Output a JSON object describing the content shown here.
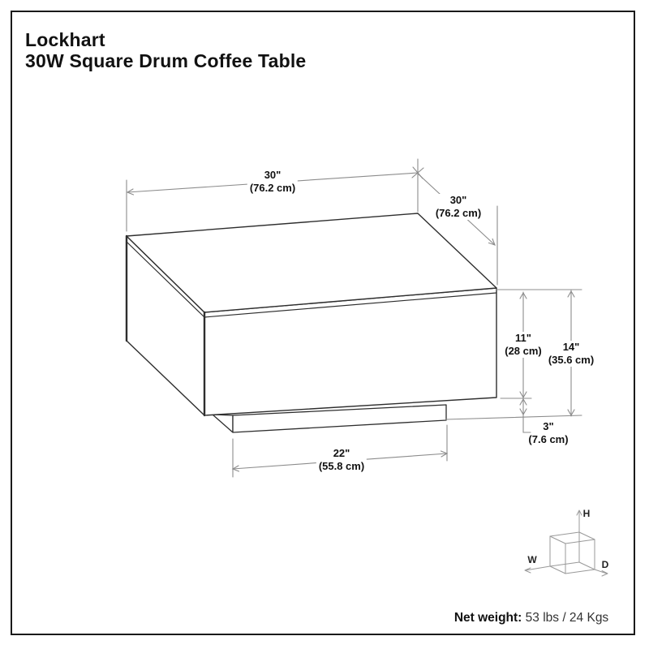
{
  "page": {
    "background": "#ffffff",
    "border_color": "#1a1a1a"
  },
  "header": {
    "brand": "Lockhart",
    "product": "30W Square Drum Coffee Table"
  },
  "diagram": {
    "object": "square drum coffee table line drawing",
    "line_colors": {
      "object_outline": "#2e2e2e",
      "dimension_lines": "#8c8c8c",
      "cube_lines": "#999999"
    },
    "dimensions": {
      "top_width": {
        "inches": "30\"",
        "metric": "(76.2 cm)"
      },
      "top_depth": {
        "inches": "30\"",
        "metric": "(76.2 cm)"
      },
      "body_height": {
        "inches": "11\"",
        "metric": "(28 cm)"
      },
      "total_height": {
        "inches": "14\"",
        "metric": "(35.6 cm)"
      },
      "base_height": {
        "inches": "3\"",
        "metric": "(7.6 cm)"
      },
      "base_width": {
        "inches": "22\"",
        "metric": "(55.8 cm)"
      }
    }
  },
  "axis_cube": {
    "width_label": "W",
    "depth_label": "D",
    "height_label": "H"
  },
  "footer": {
    "net_weight_label": "Net weight:",
    "net_weight_value": " 53 lbs / 24 Kgs"
  }
}
